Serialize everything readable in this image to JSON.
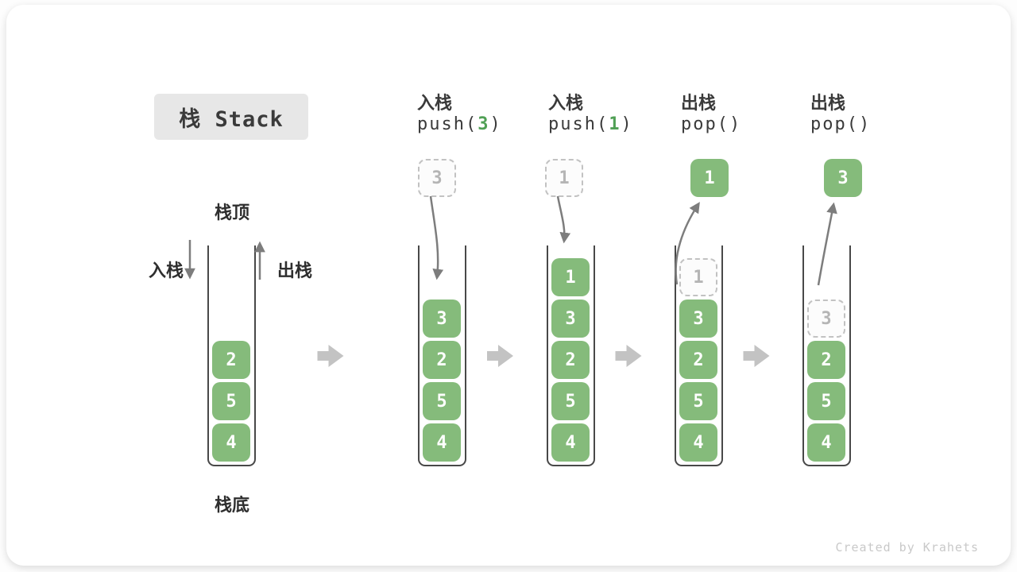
{
  "title": "栈 Stack",
  "stack_labels": {
    "top": "栈顶",
    "bottom": "栈底",
    "push": "入栈",
    "pop": "出栈"
  },
  "steps": [
    {
      "name": "initial-stack",
      "stack": [
        "2",
        "5",
        "4"
      ]
    },
    {
      "name": "push-3",
      "op": "入栈",
      "code_pre": "push(",
      "code_num": "3",
      "code_suf": ")",
      "floating": "3",
      "stack": [
        "3",
        "2",
        "5",
        "4"
      ]
    },
    {
      "name": "push-1",
      "op": "入栈",
      "code_pre": "push(",
      "code_num": "1",
      "code_suf": ")",
      "floating": "1",
      "stack": [
        "1",
        "3",
        "2",
        "5",
        "4"
      ]
    },
    {
      "name": "pop-1",
      "op": "出栈",
      "code_pre": "pop()",
      "code_num": "",
      "code_suf": "",
      "floating": "1",
      "ghost": "1",
      "stack": [
        "3",
        "2",
        "5",
        "4"
      ]
    },
    {
      "name": "pop-3",
      "op": "出栈",
      "code_pre": "pop()",
      "code_num": "",
      "code_suf": "",
      "floating": "3",
      "ghost": "3",
      "stack": [
        "2",
        "5",
        "4"
      ]
    }
  ],
  "watermark": "Created by Krahets",
  "colors": {
    "cell_green": "#85bb7b",
    "code_green": "#50a055",
    "arrow_gray": "#c3c3c3",
    "line_gray": "#7d7d7d",
    "ghost_border": "#c2c2c2",
    "ghost_text": "#b5b5b5",
    "ink": "#3a3a3a",
    "wall": "#484848",
    "badge_bg": "#e7e7e7",
    "watermark": "#c9c9c9"
  }
}
